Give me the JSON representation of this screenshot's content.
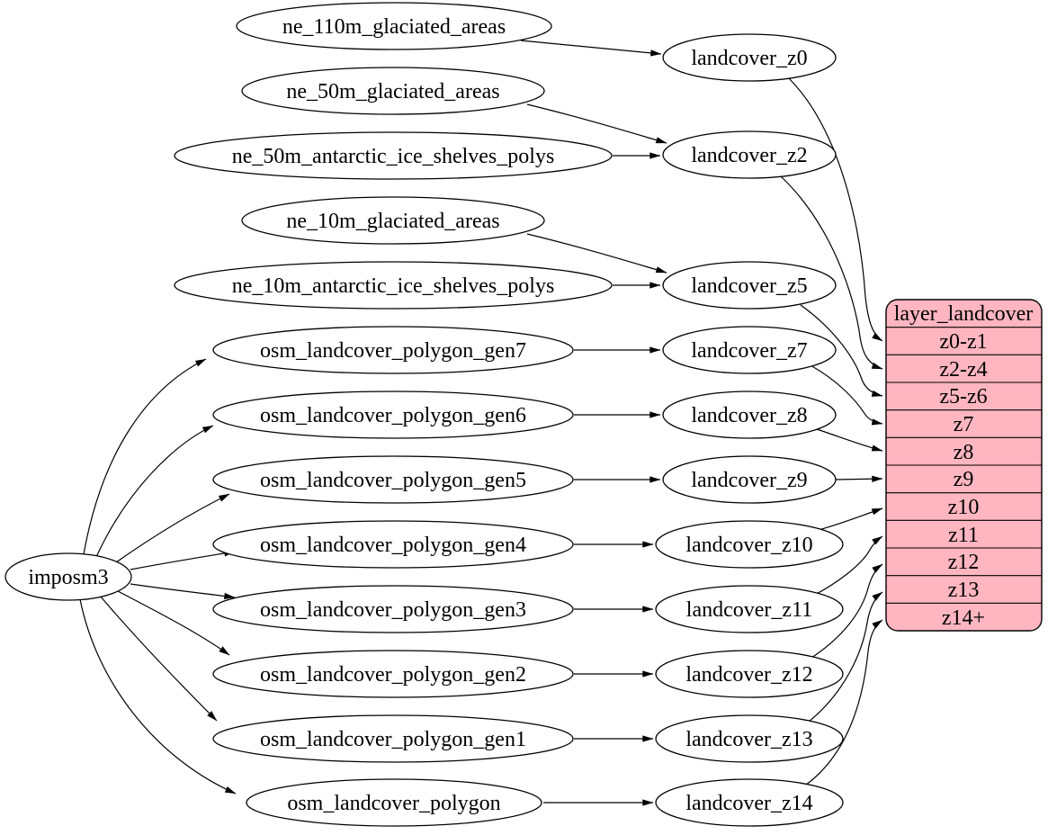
{
  "nodes": {
    "imposm3": "imposm3",
    "sources": [
      "ne_110m_glaciated_areas",
      "ne_50m_glaciated_areas",
      "ne_50m_antarctic_ice_shelves_polys",
      "ne_10m_glaciated_areas",
      "ne_10m_antarctic_ice_shelves_polys",
      "osm_landcover_polygon_gen7",
      "osm_landcover_polygon_gen6",
      "osm_landcover_polygon_gen5",
      "osm_landcover_polygon_gen4",
      "osm_landcover_polygon_gen3",
      "osm_landcover_polygon_gen2",
      "osm_landcover_polygon_gen1",
      "osm_landcover_polygon"
    ],
    "layers": [
      "landcover_z0",
      "landcover_z2",
      "landcover_z5",
      "landcover_z7",
      "landcover_z8",
      "landcover_z9",
      "landcover_z10",
      "landcover_z11",
      "landcover_z12",
      "landcover_z13",
      "landcover_z14"
    ]
  },
  "table": {
    "title": "layer_landcover",
    "rows": [
      "z0-z1",
      "z2-z4",
      "z5-z6",
      "z7",
      "z8",
      "z9",
      "z10",
      "z11",
      "z12",
      "z13",
      "z14+"
    ],
    "fill": "#ffb6c1",
    "stroke": "#000000"
  },
  "edges": [
    {
      "from": "ne_110m_glaciated_areas",
      "to": "landcover_z0"
    },
    {
      "from": "ne_50m_glaciated_areas",
      "to": "landcover_z2"
    },
    {
      "from": "ne_50m_antarctic_ice_shelves_polys",
      "to": "landcover_z2"
    },
    {
      "from": "ne_10m_glaciated_areas",
      "to": "landcover_z5"
    },
    {
      "from": "ne_10m_antarctic_ice_shelves_polys",
      "to": "landcover_z5"
    },
    {
      "from": "osm_landcover_polygon_gen7",
      "to": "landcover_z7"
    },
    {
      "from": "osm_landcover_polygon_gen6",
      "to": "landcover_z8"
    },
    {
      "from": "osm_landcover_polygon_gen5",
      "to": "landcover_z9"
    },
    {
      "from": "osm_landcover_polygon_gen4",
      "to": "landcover_z10"
    },
    {
      "from": "osm_landcover_polygon_gen3",
      "to": "landcover_z11"
    },
    {
      "from": "osm_landcover_polygon_gen2",
      "to": "landcover_z12"
    },
    {
      "from": "osm_landcover_polygon_gen1",
      "to": "landcover_z13"
    },
    {
      "from": "osm_landcover_polygon",
      "to": "landcover_z14"
    },
    {
      "from": "imposm3",
      "to": "osm_landcover_polygon_gen7"
    },
    {
      "from": "imposm3",
      "to": "osm_landcover_polygon_gen6"
    },
    {
      "from": "imposm3",
      "to": "osm_landcover_polygon_gen5"
    },
    {
      "from": "imposm3",
      "to": "osm_landcover_polygon_gen4"
    },
    {
      "from": "imposm3",
      "to": "osm_landcover_polygon_gen3"
    },
    {
      "from": "imposm3",
      "to": "osm_landcover_polygon_gen2"
    },
    {
      "from": "imposm3",
      "to": "osm_landcover_polygon_gen1"
    },
    {
      "from": "imposm3",
      "to": "osm_landcover_polygon"
    },
    {
      "from": "landcover_z0",
      "to": "layer_landcover.z0-z1"
    },
    {
      "from": "landcover_z2",
      "to": "layer_landcover.z2-z4"
    },
    {
      "from": "landcover_z5",
      "to": "layer_landcover.z5-z6"
    },
    {
      "from": "landcover_z7",
      "to": "layer_landcover.z7"
    },
    {
      "from": "landcover_z8",
      "to": "layer_landcover.z8"
    },
    {
      "from": "landcover_z9",
      "to": "layer_landcover.z9"
    },
    {
      "from": "landcover_z10",
      "to": "layer_landcover.z10"
    },
    {
      "from": "landcover_z11",
      "to": "layer_landcover.z11"
    },
    {
      "from": "landcover_z12",
      "to": "layer_landcover.z12"
    },
    {
      "from": "landcover_z13",
      "to": "layer_landcover.z13"
    },
    {
      "from": "landcover_z14",
      "to": "layer_landcover.z14+"
    }
  ],
  "colors": {
    "background": "#ffffff",
    "edge": "#000000",
    "node_fill": "#ffffff",
    "node_stroke": "#000000"
  }
}
